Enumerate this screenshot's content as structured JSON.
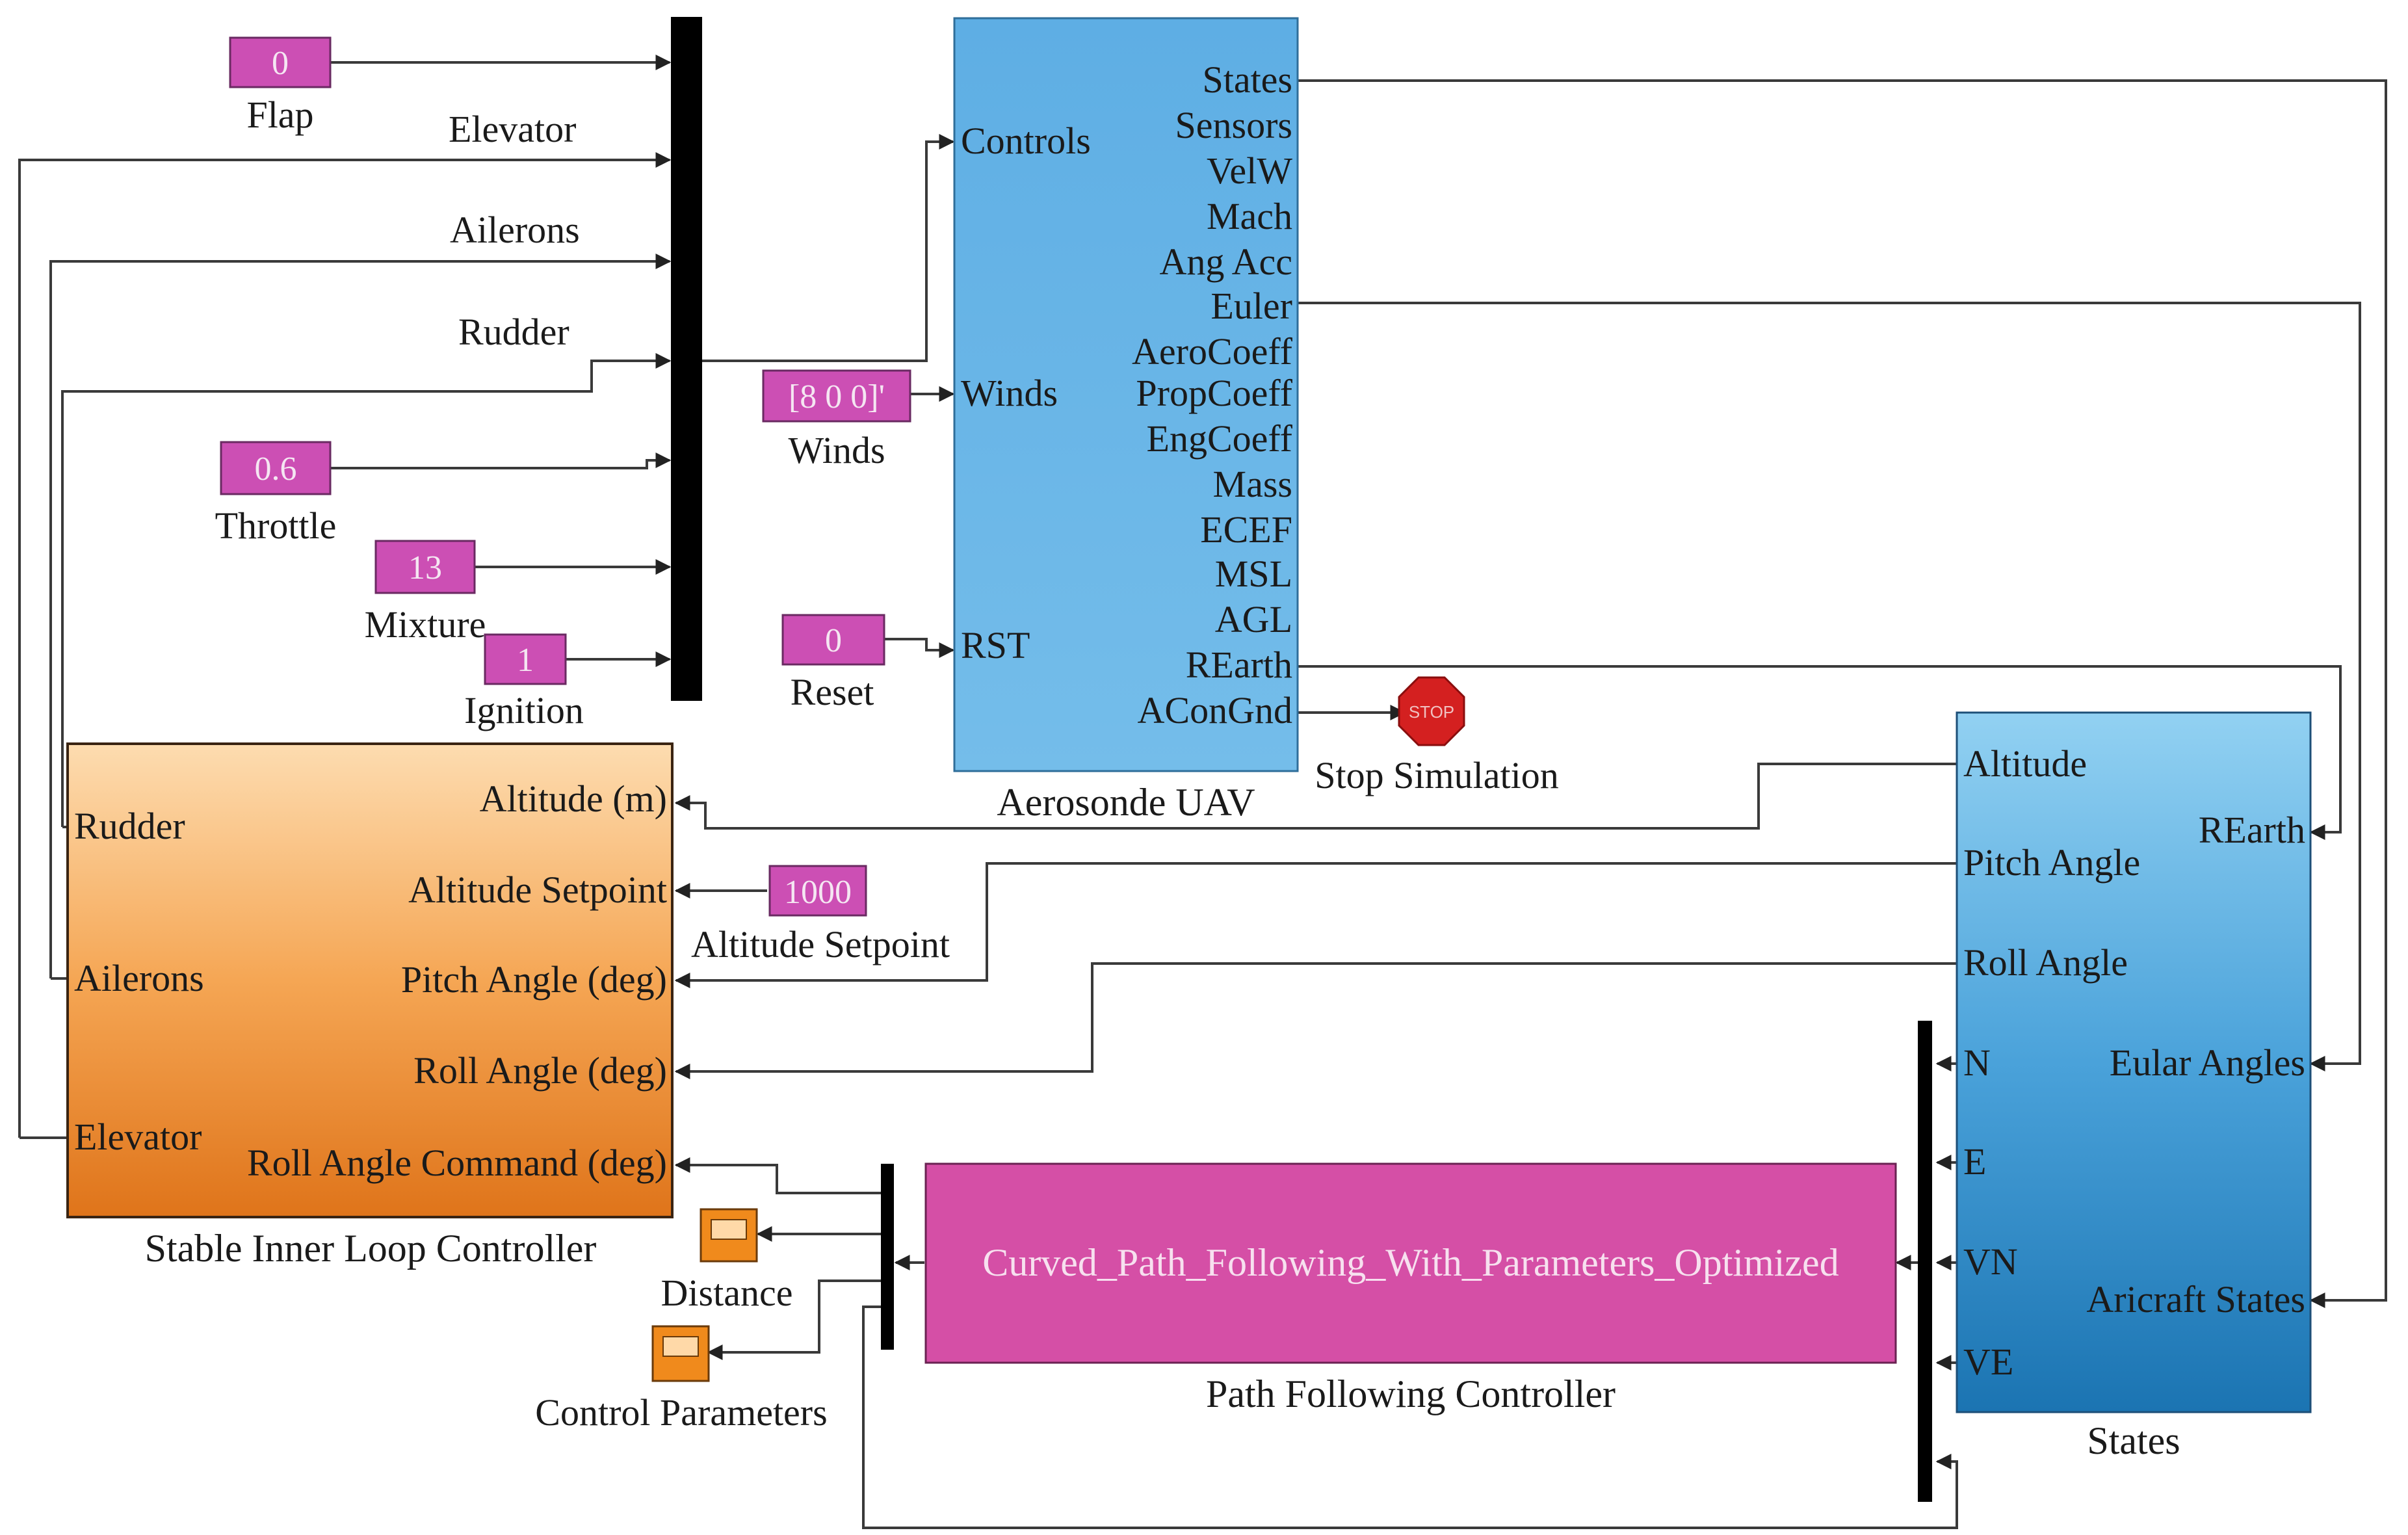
{
  "constants": {
    "flap": {
      "value": "0",
      "label": "Flap"
    },
    "throttle": {
      "value": "0.6",
      "label": "Throttle"
    },
    "mixture": {
      "value": "13",
      "label": "Mixture"
    },
    "ignition": {
      "value": "1",
      "label": "Ignition"
    },
    "winds": {
      "value": "[8 0 0]'",
      "label": "Winds"
    },
    "reset": {
      "value": "0",
      "label": "Reset"
    },
    "altitude_setpoint": {
      "value": "1000",
      "label": "Altitude Setpoint"
    }
  },
  "mux_signal_labels": {
    "elevator": "Elevator",
    "ailerons": "Ailerons",
    "rudder": "Rudder"
  },
  "aerosonde": {
    "title": "Aerosonde UAV",
    "inputs": [
      "Controls",
      "Winds",
      "RST"
    ],
    "outputs": [
      "States",
      "Sensors",
      "VelW",
      "Mach",
      "Ang Acc",
      "Euler",
      "AeroCoeff",
      "PropCoeff",
      "EngCoeff",
      "Mass",
      "ECEF",
      "MSL",
      "AGL",
      "REarth",
      "AConGnd"
    ]
  },
  "stop": {
    "icon_text": "STOP",
    "title": "Stop Simulation"
  },
  "inner_loop": {
    "title": "Stable Inner Loop Controller",
    "outputs": [
      "Rudder",
      "Ailerons",
      "Elevator"
    ],
    "inputs": [
      "Altitude (m)",
      "Altitude Setpoint",
      "Pitch  Angle (deg)",
      "Roll Angle (deg)",
      "Roll Angle Command (deg)"
    ]
  },
  "states": {
    "title": "States",
    "outputs": [
      "Altitude",
      "Pitch Angle",
      "Roll Angle",
      "N",
      "E",
      "VN",
      "VE"
    ],
    "inputs": [
      "REarth",
      "Eular Angles",
      "Aricraft States"
    ]
  },
  "path_controller": {
    "block_text": "Curved_Path_Following_With_Parameters_Optimized",
    "title": "Path Following Controller"
  },
  "scopes": {
    "distance": "Distance",
    "control_parameters": "Control Parameters"
  },
  "colors": {
    "constant": "#cc4fb4",
    "aerosonde_block": "#6cb6e6",
    "inner_loop_top": "#fcd8a8",
    "inner_loop_bottom": "#e27a1c",
    "states_top": "#8ccdf0",
    "states_bottom": "#1f7ab8",
    "path_block": "#d54fa6",
    "stop": "#d42020",
    "scope": "#f08a1c"
  }
}
